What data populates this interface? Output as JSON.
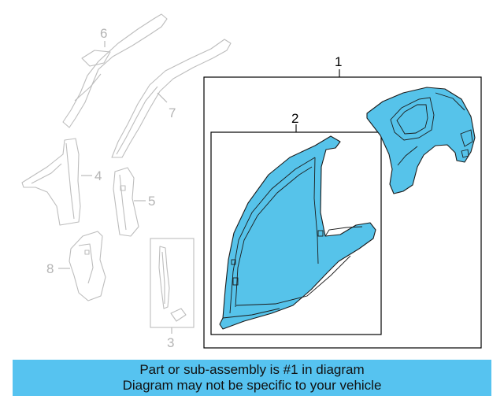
{
  "callouts": {
    "c1": "1",
    "c2": "2",
    "c3": "3",
    "c4": "4",
    "c5": "5",
    "c6": "6",
    "c7": "7",
    "c8": "8"
  },
  "banner": {
    "line1": "Part or sub-assembly is #1 in diagram",
    "line2": "Diagram may not be specific to your vehicle"
  },
  "colors": {
    "highlight_fill": "#56c3ea",
    "banner_bg": "#56c3f0",
    "ghost_stroke": "#bdbdbd"
  }
}
